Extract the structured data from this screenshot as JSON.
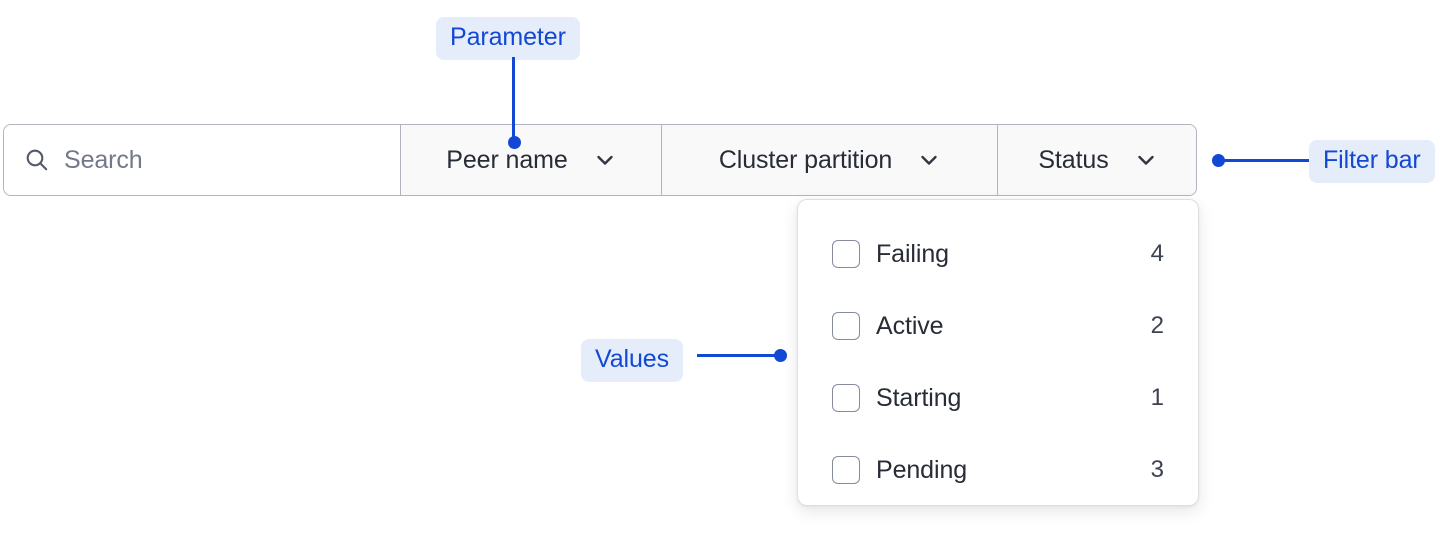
{
  "colors": {
    "accent_blue": "#1248d4",
    "annotation_badge_bg": "#e5edfb",
    "bar_border": "#b0b4be",
    "bar_bg": "#f9f9fa",
    "search_bg": "#ffffff",
    "text_primary": "#282c37",
    "text_placeholder": "#74798a",
    "panel_border": "#dcdee3",
    "checkbox_border": "#878c9b"
  },
  "filter_bar": {
    "search": {
      "icon": "search-icon",
      "value": "",
      "placeholder": "Search"
    },
    "filters": [
      {
        "label": "Peer name",
        "icon": "chevron-down-icon",
        "name": "peer-name"
      },
      {
        "label": "Cluster partition",
        "icon": "chevron-down-icon",
        "name": "cluster-partition"
      },
      {
        "label": "Status",
        "icon": "chevron-down-icon",
        "name": "status"
      }
    ]
  },
  "dropdown": {
    "open_for": "Status",
    "options": [
      {
        "label": "Failing",
        "count": "4",
        "checked": false
      },
      {
        "label": "Active",
        "count": "2",
        "checked": false
      },
      {
        "label": "Starting",
        "count": "1",
        "checked": false
      },
      {
        "label": "Pending",
        "count": "3",
        "checked": false
      }
    ]
  },
  "annotations": {
    "parameter": "Parameter",
    "values": "Values",
    "filter_bar": "Filter bar"
  }
}
